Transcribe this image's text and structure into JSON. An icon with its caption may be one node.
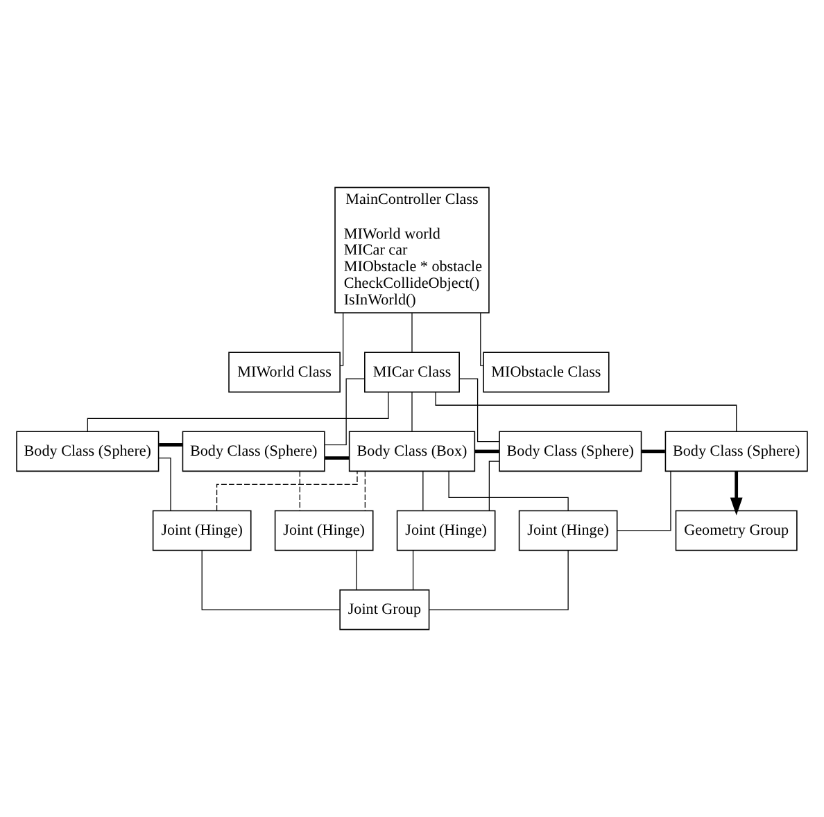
{
  "diagram": {
    "nodes": [
      {
        "text": [
          "MainController Class",
          "MIWorld world",
          "MICar car",
          "MIObstacle * obstacle",
          "CheckCollideObject()",
          "IsInWorld()"
        ]
      },
      {
        "text": [
          "MIWorld Class"
        ]
      },
      {
        "text": [
          "MICar Class"
        ]
      },
      {
        "text": [
          "MIObstacle Class"
        ]
      },
      {
        "text": [
          "Body Class (Sphere)"
        ]
      },
      {
        "text": [
          "Body Class (Sphere)"
        ]
      },
      {
        "text": [
          "Body Class (Box)"
        ]
      },
      {
        "text": [
          "Body Class (Sphere)"
        ]
      },
      {
        "text": [
          "Body Class (Sphere)"
        ]
      },
      {
        "text": [
          "Joint (Hinge)"
        ]
      },
      {
        "text": [
          "Joint (Hinge)"
        ]
      },
      {
        "text": [
          "Joint (Hinge)"
        ]
      },
      {
        "text": [
          "Joint (Hinge)"
        ]
      },
      {
        "text": [
          "Joint Group"
        ]
      },
      {
        "text": [
          "Geometry Group"
        ]
      }
    ],
    "edges": [
      {
        "from": 0,
        "to": 1,
        "arrow": "none"
      },
      {
        "from": 0,
        "to": 2,
        "arrow": "none"
      },
      {
        "from": 0,
        "to": 3,
        "arrow": "none"
      },
      {
        "from": 2,
        "to": 4,
        "arrow": "none"
      },
      {
        "from": 2,
        "to": 5,
        "arrow": "none"
      },
      {
        "from": 2,
        "to": 6,
        "arrow": "none"
      },
      {
        "from": 2,
        "to": 7,
        "arrow": "none"
      },
      {
        "from": 2,
        "to": 8,
        "arrow": "none"
      },
      {
        "from": 4,
        "to": 5,
        "arrow": "none",
        "style": "thick"
      },
      {
        "from": 5,
        "to": 6,
        "arrow": "none",
        "style": "thick"
      },
      {
        "from": 6,
        "to": 7,
        "arrow": "none",
        "style": "thick"
      },
      {
        "from": 7,
        "to": 8,
        "arrow": "none",
        "style": "thick"
      },
      {
        "from": 8,
        "to": 14,
        "arrow": "to",
        "style": "thick"
      },
      {
        "from": 4,
        "to": 9,
        "arrow": "none"
      },
      {
        "from": 5,
        "to": 10,
        "arrow": "none",
        "style": "dashed"
      },
      {
        "from": 6,
        "to": 10,
        "arrow": "none",
        "style": "dashed"
      },
      {
        "from": 6,
        "to": 11,
        "arrow": "none"
      },
      {
        "from": 7,
        "to": 11,
        "arrow": "none"
      },
      {
        "from": 8,
        "to": 12,
        "arrow": "none"
      },
      {
        "from": 9,
        "to": 6,
        "arrow": "none",
        "style": "dashed"
      },
      {
        "from": 6,
        "to": 12,
        "arrow": "none"
      },
      {
        "from": 9,
        "to": 13,
        "arrow": "none"
      },
      {
        "from": 10,
        "to": 13,
        "arrow": "none"
      },
      {
        "from": 11,
        "to": 13,
        "arrow": "none"
      },
      {
        "from": 12,
        "to": 13,
        "arrow": "none"
      }
    ]
  }
}
